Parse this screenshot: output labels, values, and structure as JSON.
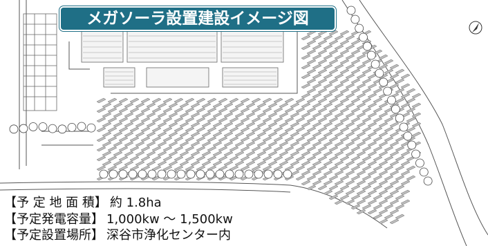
{
  "title": "メガソーラ設置建設イメージ図",
  "info": [
    {
      "label": "【予 定 地 面 積】",
      "value": "約 1.8ha"
    },
    {
      "label": "【予定発電容量】",
      "value": "1,000kw 〜 1,500kw"
    },
    {
      "label": "【予定設置場所】",
      "value": "深谷市浄化センター内"
    }
  ],
  "icons": {
    "north_arrow": "north-arrow-icon"
  },
  "colors": {
    "banner": "#1f6f86",
    "panel_fill": "#bdbdbd",
    "panel_stroke": "#6a6a6a",
    "line": "#555555"
  }
}
